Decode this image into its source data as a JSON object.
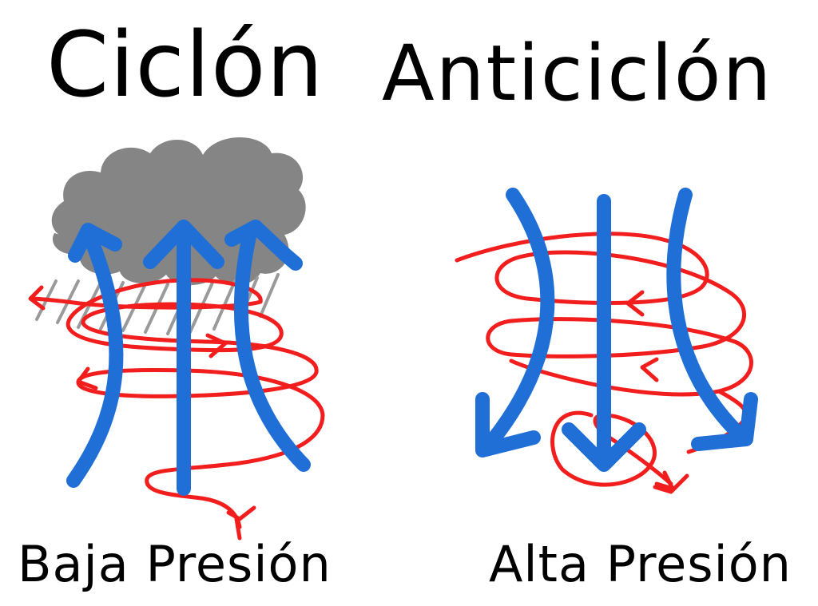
{
  "cyclone": {
    "title": "Ciclón",
    "caption": "Baja Presión"
  },
  "anticyclone": {
    "title": "Anticiclón",
    "caption": "Alta Presión"
  },
  "colors": {
    "vertical_flow": "#1f6fd6",
    "rotation": "#f21d1d",
    "cloud": "#858585",
    "rain": "#9a9a9a",
    "text": "#000000"
  }
}
